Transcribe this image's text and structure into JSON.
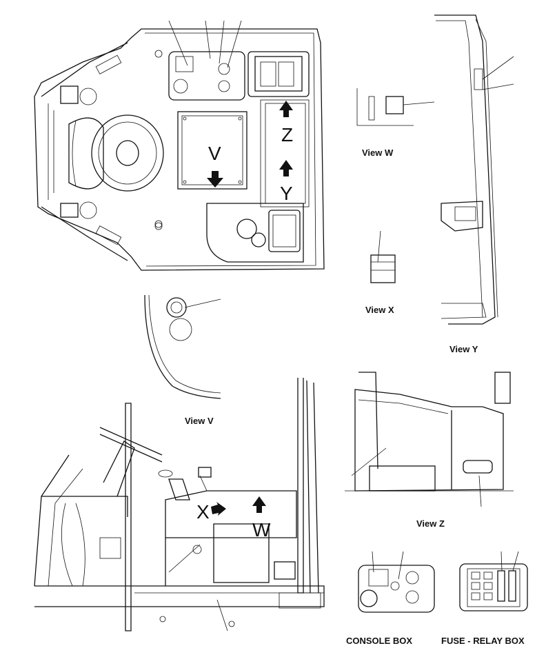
{
  "views": {
    "w": "View W",
    "x": "View X",
    "y": "View Y",
    "v": "View V",
    "z": "View Z"
  },
  "boxes": {
    "console": "CONSOLE BOX",
    "fuse_relay": "FUSE - RELAY BOX"
  },
  "arrow_letters": {
    "v": "V",
    "z": "Z",
    "y": "Y",
    "x": "X",
    "w": "W"
  }
}
